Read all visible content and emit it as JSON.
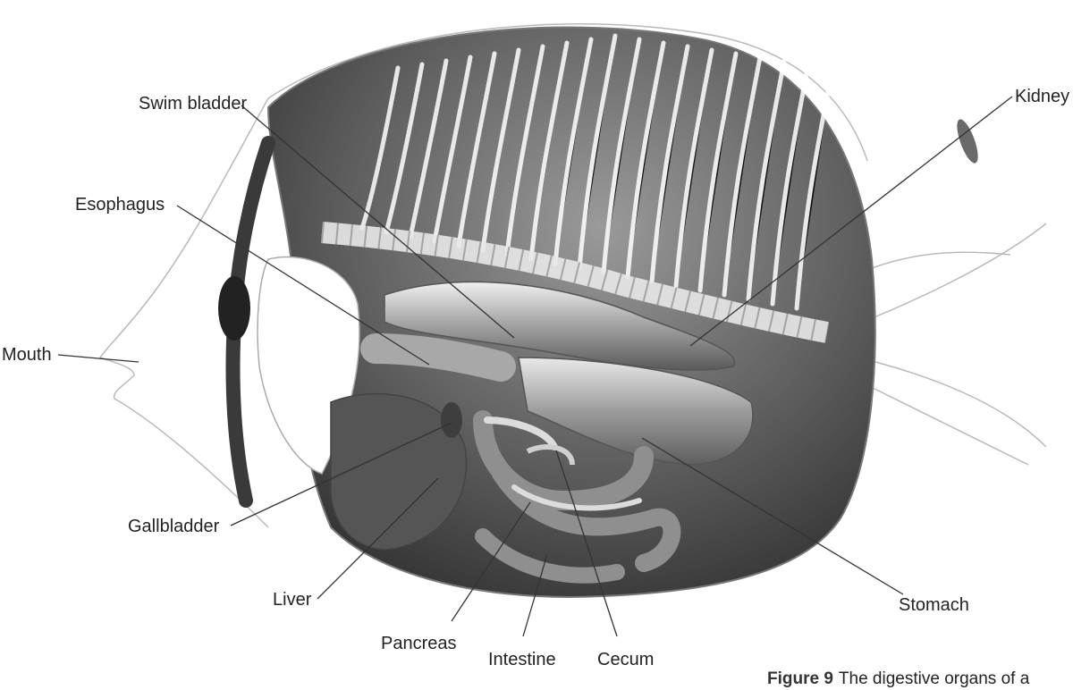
{
  "labels": {
    "swim_bladder": "Swim bladder",
    "kidney": "Kidney",
    "esophagus": "Esophagus",
    "mouth": "Mouth",
    "gallbladder": "Gallbladder",
    "liver": "Liver",
    "pancreas": "Pancreas",
    "intestine": "Intestine",
    "cecum": "Cecum",
    "stomach": "Stomach"
  },
  "caption": {
    "figure": "Figure 9",
    "text": "The digestive organs of a"
  },
  "colors": {
    "body_dark": "#4a4a4a",
    "body_mid": "#8a8a8a",
    "body_light": "#d6d6d6",
    "outline": "#9a9a9a",
    "leader": "#333333"
  }
}
